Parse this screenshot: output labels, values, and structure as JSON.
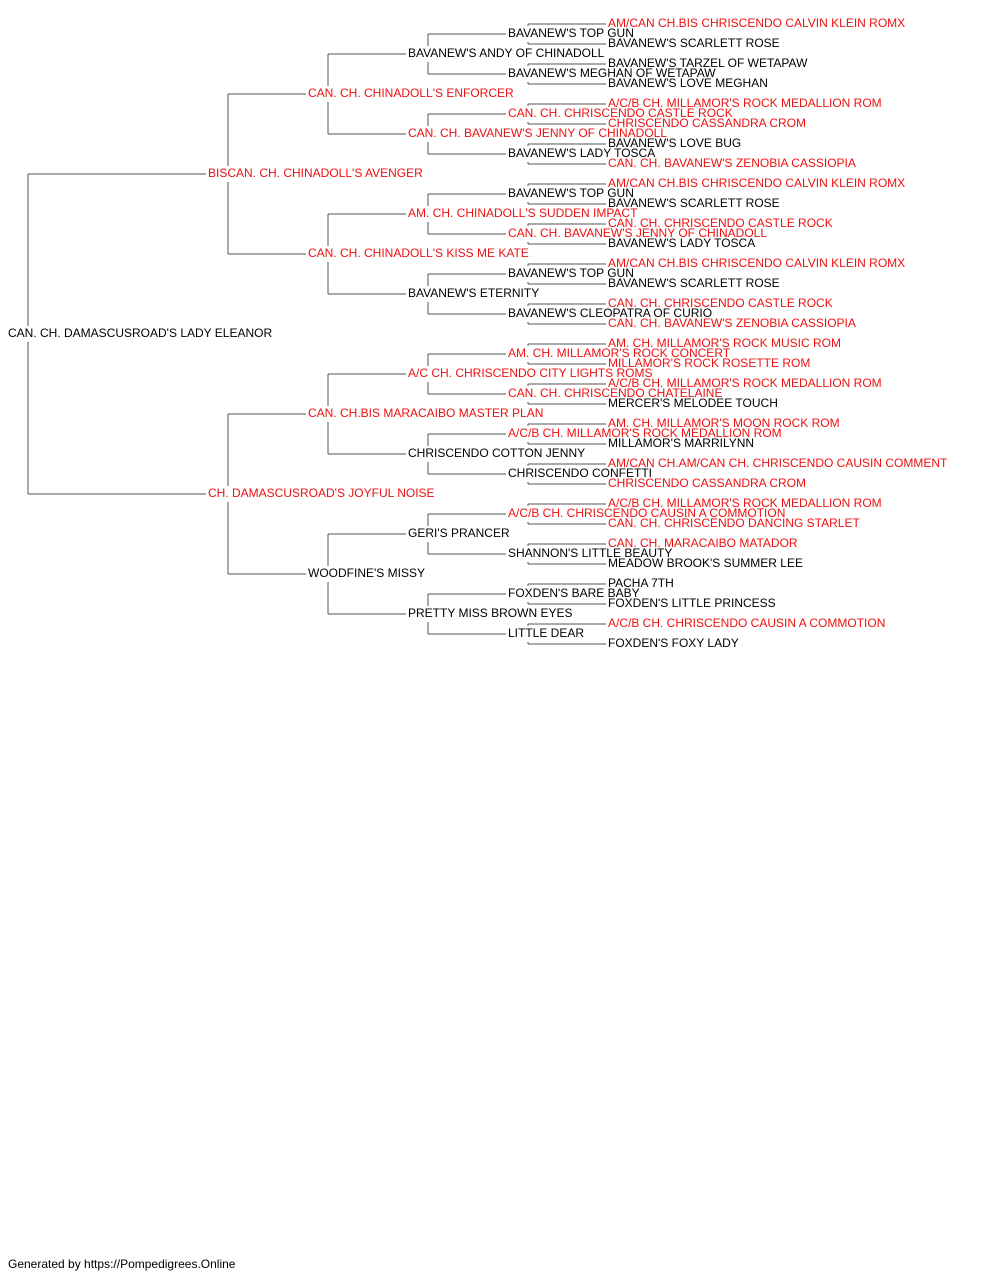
{
  "colors": {
    "titled": "#ee1111",
    "normal": "#000000",
    "line": "#555555"
  },
  "footer": "Generated by https://Pompedigrees.Online",
  "pedigree": {
    "name": "CAN. CH. DAMASCUSROAD'S LADY ELEANOR",
    "titled": false,
    "sire": {
      "name": "BISCAN. CH. CHINADOLL'S AVENGER",
      "titled": true,
      "sire": {
        "name": "CAN. CH. CHINADOLL'S ENFORCER",
        "titled": true,
        "sire": {
          "name": "BAVANEW'S ANDY OF CHINADOLL",
          "titled": false,
          "sire": {
            "name": "BAVANEW'S TOP GUN",
            "titled": false,
            "sire": {
              "name": "AM/CAN CH.BIS CHRISCENDO CALVIN KLEIN ROMX",
              "titled": true
            },
            "dam": {
              "name": "BAVANEW'S SCARLETT ROSE",
              "titled": false
            }
          },
          "dam": {
            "name": "BAVANEW'S MEGHAN OF WETAPAW",
            "titled": false,
            "sire": {
              "name": "BAVANEW'S TARZEL OF WETAPAW",
              "titled": false
            },
            "dam": {
              "name": "BAVANEW'S LOVE MEGHAN",
              "titled": false
            }
          }
        },
        "dam": {
          "name": "CAN. CH. BAVANEW'S JENNY OF CHINADOLL",
          "titled": true,
          "sire": {
            "name": "CAN. CH. CHRISCENDO CASTLE ROCK",
            "titled": true,
            "sire": {
              "name": "A/C/B CH. MILLAMOR'S ROCK MEDALLION ROM",
              "titled": true
            },
            "dam": {
              "name": "CHRISCENDO CASSANDRA CROM",
              "titled": true
            }
          },
          "dam": {
            "name": "BAVANEW'S LADY TOSCA",
            "titled": false,
            "sire": {
              "name": "BAVANEW'S LOVE BUG",
              "titled": false
            },
            "dam": {
              "name": "CAN. CH. BAVANEW'S ZENOBIA CASSIOPIA",
              "titled": true
            }
          }
        }
      },
      "dam": {
        "name": "CAN. CH. CHINADOLL'S KISS ME KATE",
        "titled": true,
        "sire": {
          "name": "AM. CH. CHINADOLL'S SUDDEN IMPACT",
          "titled": true,
          "sire": {
            "name": "BAVANEW'S TOP GUN",
            "titled": false,
            "sire": {
              "name": "AM/CAN CH.BIS CHRISCENDO CALVIN KLEIN ROMX",
              "titled": true
            },
            "dam": {
              "name": "BAVANEW'S SCARLETT ROSE",
              "titled": false
            }
          },
          "dam": {
            "name": "CAN. CH. BAVANEW'S JENNY OF CHINADOLL",
            "titled": true,
            "sire": {
              "name": "CAN. CH. CHRISCENDO CASTLE ROCK",
              "titled": true
            },
            "dam": {
              "name": "BAVANEW'S LADY TOSCA",
              "titled": false
            }
          }
        },
        "dam": {
          "name": "BAVANEW'S ETERNITY",
          "titled": false,
          "sire": {
            "name": "BAVANEW'S TOP GUN",
            "titled": false,
            "sire": {
              "name": "AM/CAN CH.BIS CHRISCENDO CALVIN KLEIN ROMX",
              "titled": true
            },
            "dam": {
              "name": "BAVANEW'S SCARLETT ROSE",
              "titled": false
            }
          },
          "dam": {
            "name": "BAVANEW'S CLEOPATRA OF CURIO",
            "titled": false,
            "sire": {
              "name": "CAN. CH. CHRISCENDO CASTLE ROCK",
              "titled": true
            },
            "dam": {
              "name": "CAN. CH. BAVANEW'S ZENOBIA CASSIOPIA",
              "titled": true
            }
          }
        }
      }
    },
    "dam": {
      "name": "CH. DAMASCUSROAD'S JOYFUL NOISE",
      "titled": true,
      "sire": {
        "name": "CAN. CH.BIS MARACAIBO MASTER PLAN",
        "titled": true,
        "sire": {
          "name": "A/C CH. CHRISCENDO CITY LIGHTS ROMS",
          "titled": true,
          "sire": {
            "name": "AM. CH. MILLAMOR'S ROCK CONCERT",
            "titled": true,
            "sire": {
              "name": "AM. CH. MILLAMOR'S ROCK MUSIC ROM",
              "titled": true
            },
            "dam": {
              "name": "MILLAMOR'S ROCK ROSETTE ROM",
              "titled": true
            }
          },
          "dam": {
            "name": "CAN. CH. CHRISCENDO CHATELAINE",
            "titled": true,
            "sire": {
              "name": "A/C/B CH. MILLAMOR'S ROCK MEDALLION ROM",
              "titled": true
            },
            "dam": {
              "name": "MERCER'S MELODEE TOUCH",
              "titled": false
            }
          }
        },
        "dam": {
          "name": "CHRISCENDO COTTON JENNY",
          "titled": false,
          "sire": {
            "name": "A/C/B CH. MILLAMOR'S ROCK MEDALLION ROM",
            "titled": true,
            "sire": {
              "name": "AM. CH. MILLAMOR'S MOON ROCK ROM",
              "titled": true
            },
            "dam": {
              "name": "MILLAMOR'S MARRILYNN",
              "titled": false
            }
          },
          "dam": {
            "name": "CHRISCENDO CONFETTI",
            "titled": false,
            "sire": {
              "name": "AM/CAN CH.AM/CAN CH. CHRISCENDO CAUSIN COMMENT",
              "titled": true
            },
            "dam": {
              "name": "CHRISCENDO CASSANDRA CROM",
              "titled": true
            }
          }
        }
      },
      "dam": {
        "name": "WOODFINE'S MISSY",
        "titled": false,
        "sire": {
          "name": "GERI'S PRANCER",
          "titled": false,
          "sire": {
            "name": "A/C/B CH. CHRISCENDO CAUSIN A COMMOTION",
            "titled": true,
            "sire": {
              "name": "A/C/B CH. MILLAMOR'S ROCK MEDALLION ROM",
              "titled": true
            },
            "dam": {
              "name": "CAN. CH. CHRISCENDO DANCING STARLET",
              "titled": true
            }
          },
          "dam": {
            "name": "SHANNON'S LITTLE BEAUTY",
            "titled": false,
            "sire": {
              "name": "CAN. CH. MARACAIBO MATADOR",
              "titled": true
            },
            "dam": {
              "name": "MEADOW BROOK'S SUMMER LEE",
              "titled": false
            }
          }
        },
        "dam": {
          "name": "PRETTY MISS BROWN EYES",
          "titled": false,
          "sire": {
            "name": "FOXDEN'S BARE BABY",
            "titled": false,
            "sire": {
              "name": "PACHA 7TH",
              "titled": false
            },
            "dam": {
              "name": "FOXDEN'S LITTLE PRINCESS",
              "titled": false
            }
          },
          "dam": {
            "name": "LITTLE DEAR",
            "titled": false,
            "sire": {
              "name": "A/C/B CH. CHRISCENDO CAUSIN A COMMOTION",
              "titled": true
            },
            "dam": {
              "name": "FOXDEN'S FOXY LADY",
              "titled": false
            }
          }
        }
      }
    }
  }
}
